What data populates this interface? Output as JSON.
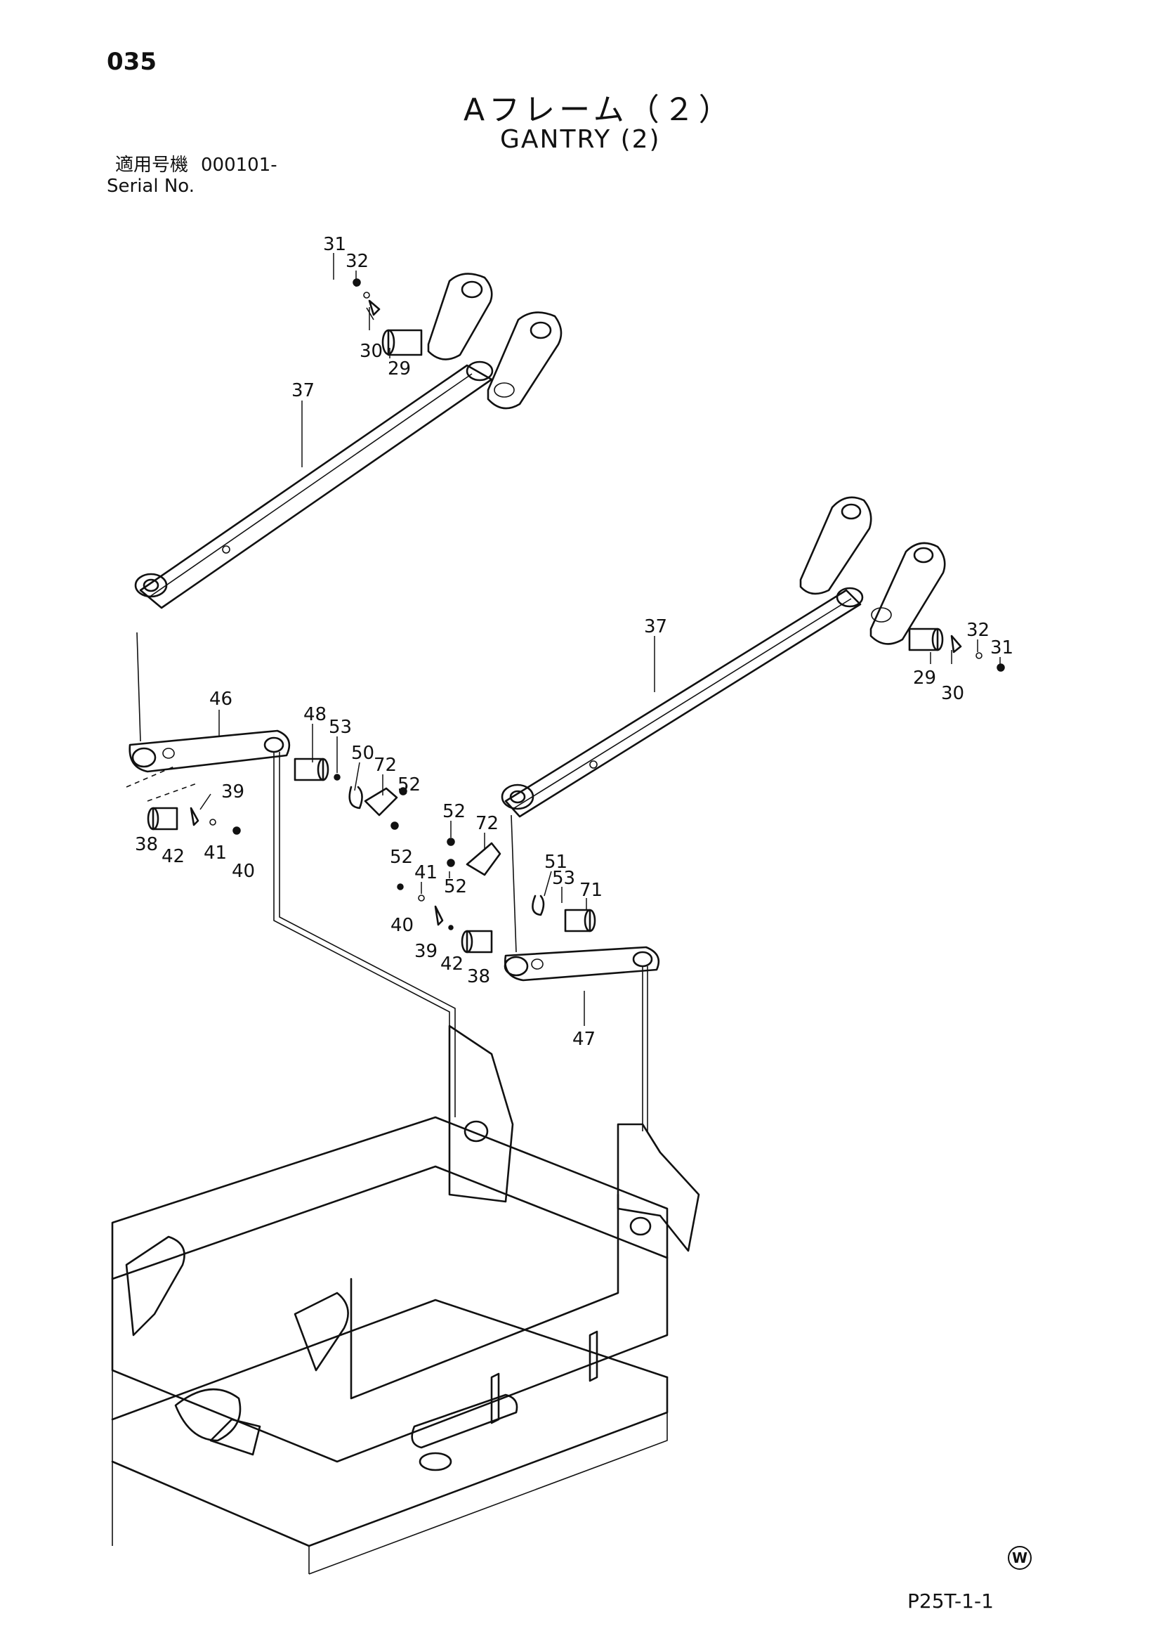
{
  "page_number": "035",
  "title_jp": "Aフレーム（２）",
  "title_en": "GANTRY (2)",
  "serial": {
    "label_jp": "適用号機",
    "value": "000101-",
    "label_en": "Serial No."
  },
  "callouts": {
    "c31a": "31",
    "c32a": "32",
    "c30a": "30",
    "c29a": "29",
    "c37a": "37",
    "c37b": "37",
    "c32b": "32",
    "c31b": "31",
    "c29b": "29",
    "c30b": "30",
    "c46": "46",
    "c48": "48",
    "c53a": "53",
    "c50": "50",
    "c72a": "72",
    "c52a": "52",
    "c39a": "39",
    "c38a": "38",
    "c42a": "42",
    "c41a": "41",
    "c40a": "40",
    "c52b": "52",
    "c52c": "52",
    "c72b": "72",
    "c52d": "52",
    "c51": "51",
    "c53b": "53",
    "c71": "71",
    "c41b": "41",
    "c40b": "40",
    "c39b": "39",
    "c42b": "42",
    "c38b": "38",
    "c47": "47"
  },
  "mark_symbol": "W",
  "drawing_code": "P25T-1-1"
}
